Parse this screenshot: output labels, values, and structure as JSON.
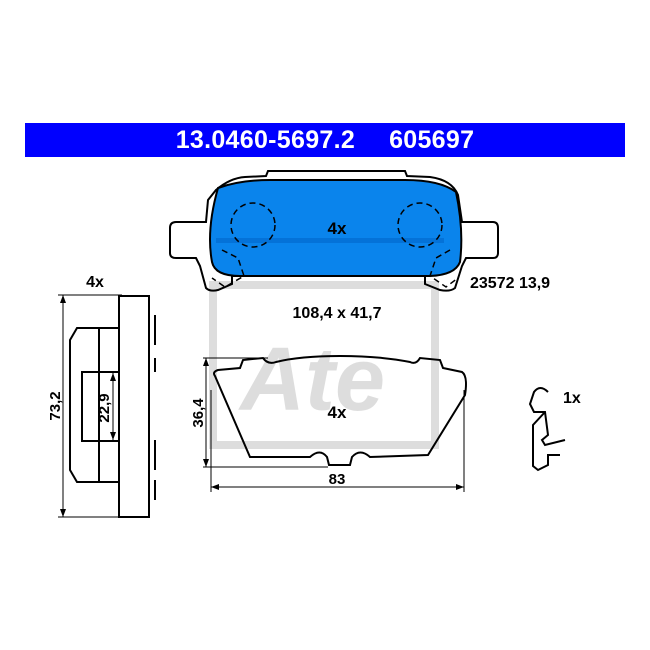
{
  "header": {
    "part_number": "13.0460-5697.2",
    "ref_number": "605697"
  },
  "pad_top": {
    "quantity": "4x",
    "wva_code": "23572 13,9",
    "dimensions": "108,4 x 41,7",
    "fill_color": "#0a84ec"
  },
  "clip_side": {
    "quantity": "4x",
    "height": "73,2",
    "inner_height": "22,9"
  },
  "shim": {
    "quantity": "4x",
    "height": "36,4",
    "width": "83"
  },
  "spring": {
    "quantity": "1x"
  },
  "brand": {
    "logo_text": "Ate",
    "banner_color": "#0000ff"
  }
}
